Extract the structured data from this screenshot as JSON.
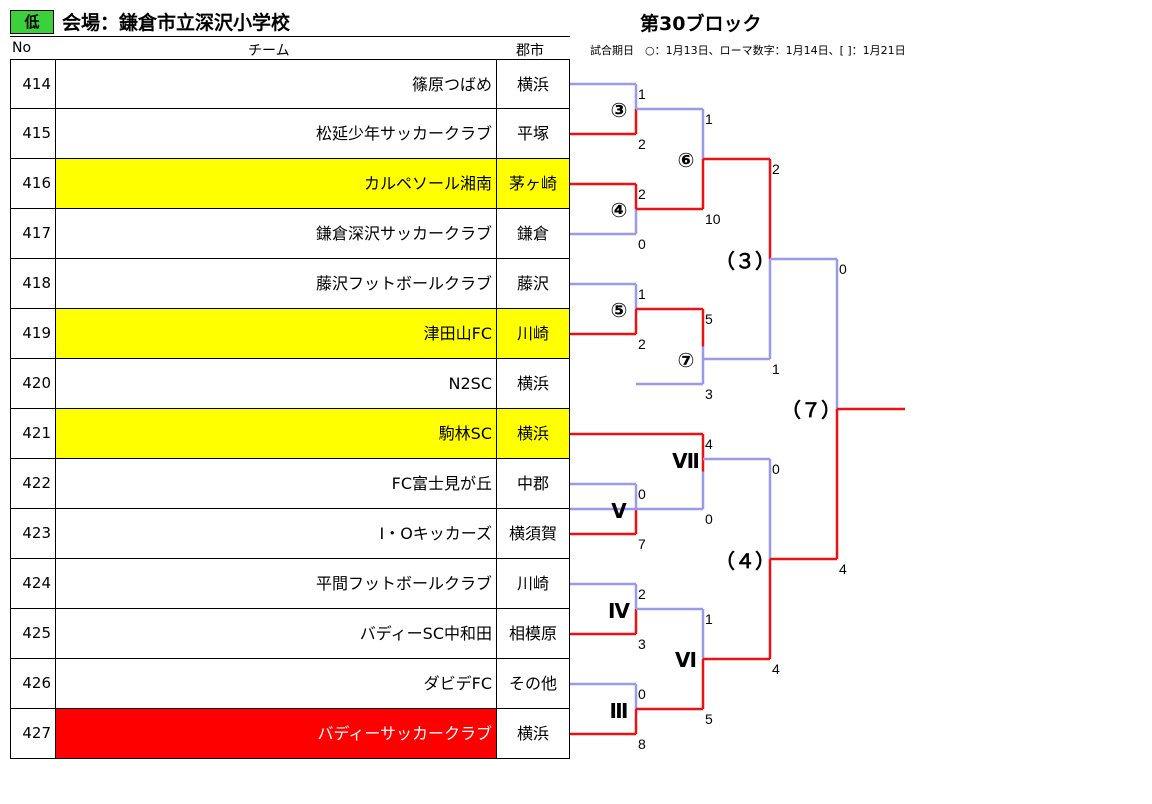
{
  "header": {
    "level": "低",
    "venue": "会場：鎌倉市立深沢小学校",
    "block": "第30ブロック",
    "note": "試合期日　○：1月13日、ローマ数字：1月14日、[ ]：1月21日",
    "col_no": "No",
    "col_team": "チーム",
    "col_city": "郡市"
  },
  "teams": [
    {
      "no": "414",
      "name": "篠原つばめ",
      "city": "横浜",
      "highlight": "none"
    },
    {
      "no": "415",
      "name": "松延少年サッカークラブ",
      "city": "平塚",
      "highlight": "none"
    },
    {
      "no": "416",
      "name": "カルペソール湘南",
      "city": "茅ヶ崎",
      "highlight": "yellow"
    },
    {
      "no": "417",
      "name": "鎌倉深沢サッカークラブ",
      "city": "鎌倉",
      "highlight": "none"
    },
    {
      "no": "418",
      "name": "藤沢フットボールクラブ",
      "city": "藤沢",
      "highlight": "none"
    },
    {
      "no": "419",
      "name": "津田山FC",
      "city": "川崎",
      "highlight": "yellow"
    },
    {
      "no": "420",
      "name": "N2SC",
      "city": "横浜",
      "highlight": "none"
    },
    {
      "no": "421",
      "name": "駒林SC",
      "city": "横浜",
      "highlight": "yellow"
    },
    {
      "no": "422",
      "name": "FC富士見が丘",
      "city": "中郡",
      "highlight": "none"
    },
    {
      "no": "423",
      "name": "I・Oキッカーズ",
      "city": "横須賀",
      "highlight": "none"
    },
    {
      "no": "424",
      "name": "平間フットボールクラブ",
      "city": "川崎",
      "highlight": "none"
    },
    {
      "no": "425",
      "name": "バディーSC中和田",
      "city": "相模原",
      "highlight": "none"
    },
    {
      "no": "426",
      "name": "ダビデFC",
      "city": "その他",
      "highlight": "none"
    },
    {
      "no": "427",
      "name": "バディーサッカークラブ",
      "city": "横浜",
      "highlight": "red"
    }
  ],
  "matches": {
    "m3": {
      "label": "③",
      "top_score": "1",
      "bottom_score": "2"
    },
    "m4": {
      "label": "④",
      "top_score": "2",
      "bottom_score": "0"
    },
    "m5": {
      "label": "⑤",
      "top_score": "1",
      "bottom_score": "2"
    },
    "m6": {
      "label": "⑥",
      "top_score": "1",
      "bottom_score": "10"
    },
    "m7": {
      "label": "⑦",
      "top_score": "5",
      "bottom_score": "3"
    },
    "mIII": {
      "label": "Ⅲ",
      "top_score": "0",
      "bottom_score": "8"
    },
    "mIV": {
      "label": "Ⅳ",
      "top_score": "2",
      "bottom_score": "3"
    },
    "mV": {
      "label": "Ⅴ",
      "top_score": "0",
      "bottom_score": "7"
    },
    "mVI": {
      "label": "Ⅵ",
      "top_score": "1",
      "bottom_score": "5"
    },
    "mVII": {
      "label": "Ⅶ",
      "top_score": "4",
      "bottom_score": "0"
    },
    "r3": {
      "label": "（３）",
      "top_score": "2",
      "bottom_score": "1"
    },
    "r4": {
      "label": "（４）",
      "top_score": "0",
      "bottom_score": "4"
    },
    "r7": {
      "label": "（７）",
      "top_score": "0",
      "bottom_score": "4"
    }
  },
  "colors": {
    "winner_line": "#ee1111",
    "loser_line": "#9999ee",
    "highlight_yellow": "#ffff00",
    "highlight_red": "#ff0000",
    "level_badge": "#3ad13a"
  }
}
